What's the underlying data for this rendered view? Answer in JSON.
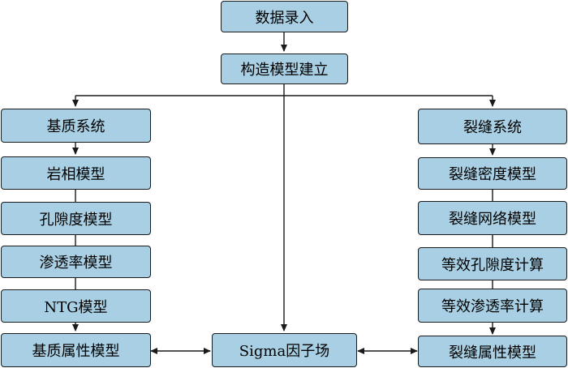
{
  "nodes": {
    "data_entry": "数据录入",
    "structure_model": "构造模型建立",
    "matrix_system": "基质系统",
    "lithofacies_model": "岩相模型",
    "porosity_model": "孔隙度模型",
    "permeability_model": "渗透率模型",
    "ntg_model": "NTG模型",
    "matrix_property_model": "基质属性模型",
    "sigma_factor_field": "Sigma因子场",
    "fracture_system": "裂缝系统",
    "fracture_density_model": "裂缝密度模型",
    "fracture_network_model": "裂缝网络模型",
    "equivalent_porosity_calc": "等效孔隙度计算",
    "equivalent_permeability_calc": "等效渗透率计算",
    "fracture_property_model": "裂缝属性模型"
  },
  "colors": {
    "box_fill": "#a8cfe3",
    "line": "#1a1a1a"
  }
}
